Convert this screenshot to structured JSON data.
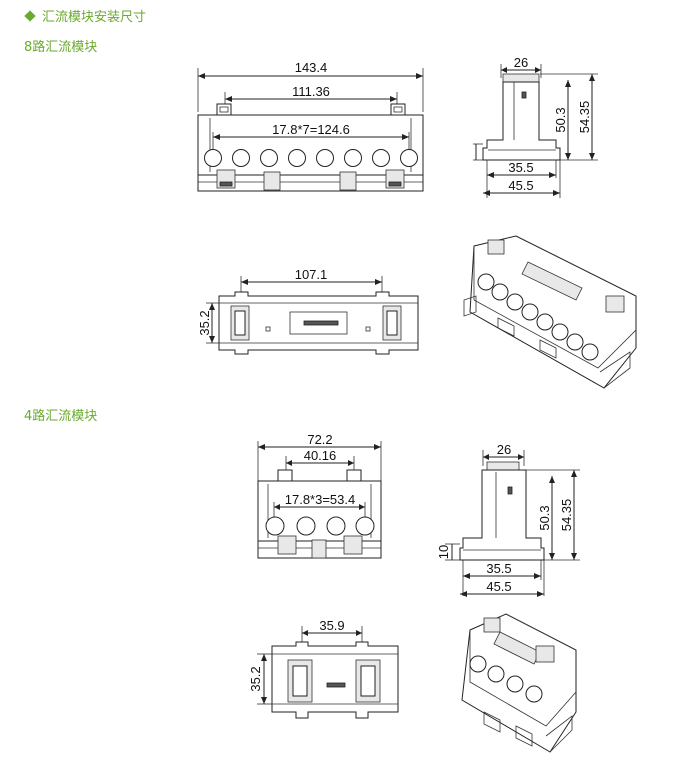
{
  "header": {
    "main_title": "汇流模块安装尺寸",
    "section_8": "8路汇流模块",
    "section_4": "4路汇流模块"
  },
  "dims8": {
    "total_width": "143.4",
    "mount_width": "111.36",
    "pitch": "17.8*7=124.6",
    "side_top": "26",
    "side_h1": "50.3",
    "side_h2": "54.35",
    "side_rail": "35.5",
    "side_base": "45.5",
    "bottom_width": "107.1",
    "bottom_height": "35.2"
  },
  "dims4": {
    "total_width": "72.2",
    "mount_width": "40.16",
    "pitch": "17.8*3=53.4",
    "side_top": "26",
    "side_h1": "50.3",
    "side_h2": "54.35",
    "side_foot": "10",
    "side_rail": "35.5",
    "side_base": "45.5",
    "bottom_width": "35.9",
    "bottom_height": "35.2"
  }
}
